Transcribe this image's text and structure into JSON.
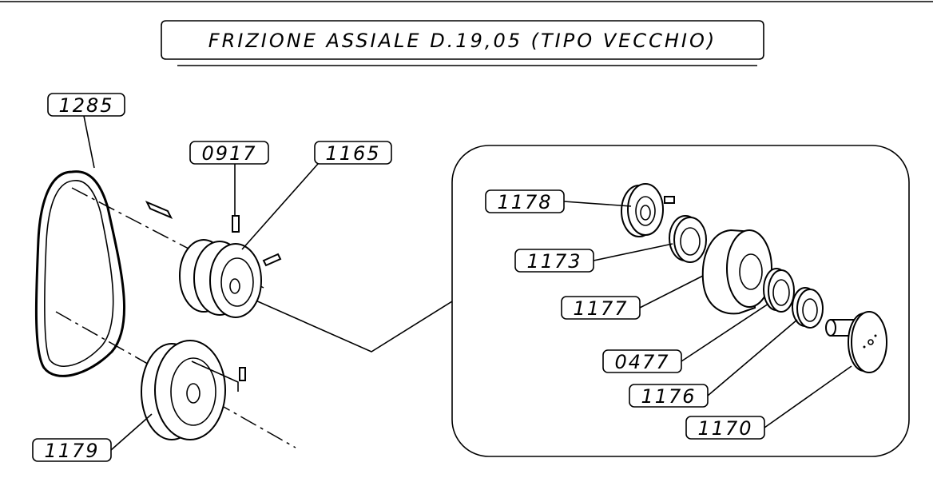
{
  "title": "FRIZIONE ASSIALE D.19,05 (TIPO VECCHIO)",
  "parts": {
    "p1285": "1285",
    "p0917": "0917",
    "p1165": "1165",
    "p1179": "1179",
    "p1178": "1178",
    "p1173": "1173",
    "p1177": "1177",
    "p0477": "0477",
    "p1176": "1176",
    "p1170": "1170"
  }
}
